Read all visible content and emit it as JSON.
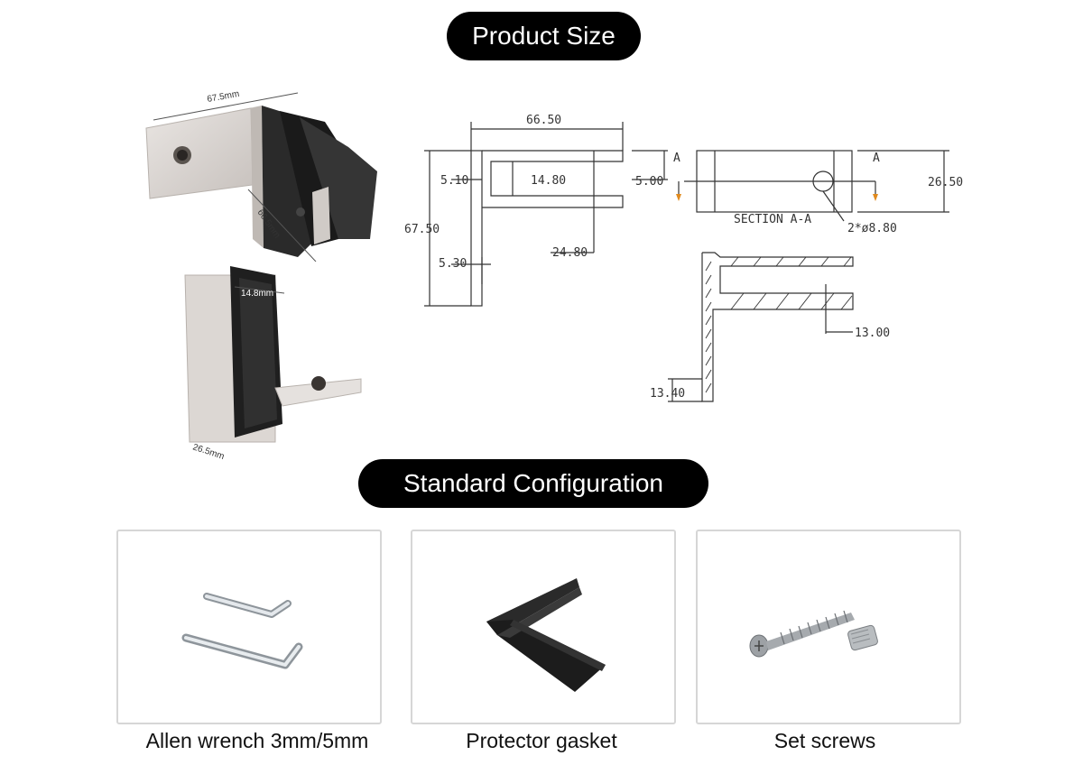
{
  "headers": {
    "product_size": "Product Size",
    "standard_configuration": "Standard Configuration"
  },
  "photo_dimensions": {
    "length": "67.5mm",
    "height": "66.5mm",
    "slot": "14.8mm",
    "width": "26.5mm"
  },
  "drawing": {
    "top_width": "66.50",
    "slot_wall": "5.10",
    "slot_width": "14.80",
    "lip": "5.00",
    "overall_height": "67.50",
    "leg_length": "24.80",
    "base_thickness": "5.30",
    "section_marker_left": "A",
    "section_marker_right": "A",
    "section_width": "26.50",
    "section_label": "SECTION A-A",
    "holes": "2*ø8.80",
    "section_depth": "13.00",
    "section_base": "13.40"
  },
  "accessories": [
    {
      "label": "Allen wrench 3mm/5mm"
    },
    {
      "label": "Protector gasket"
    },
    {
      "label": "Set screws"
    }
  ]
}
